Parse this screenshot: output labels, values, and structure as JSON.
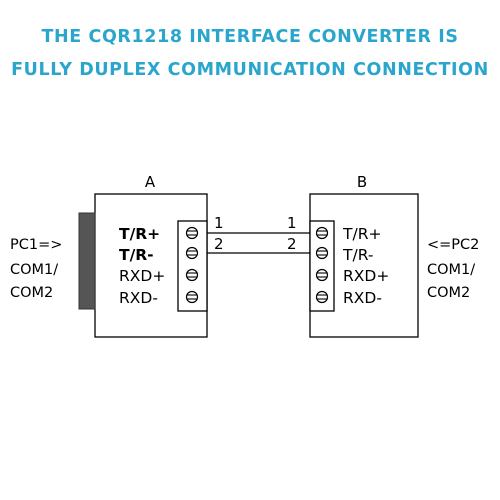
{
  "title": {
    "line1": "THE CQR1218 INTERFACE CONVERTER IS",
    "line2": "FULLY DUPLEX COMMUNICATION CONNECTION"
  },
  "diagram": {
    "device_a": {
      "label": "A",
      "pins": [
        "T/R+",
        "T/R-",
        "RXD+",
        "RXD-"
      ]
    },
    "device_b": {
      "label": "B",
      "pins": [
        "T/R+",
        "T/R-",
        "RXD+",
        "RXD-"
      ]
    },
    "wires": [
      {
        "from_label": "1",
        "to_label": "1"
      },
      {
        "from_label": "2",
        "to_label": "2"
      }
    ],
    "left_side": [
      "PC1=>",
      "COM1/",
      "COM2"
    ],
    "right_side": [
      "<=PC2",
      "COM1/",
      "COM2"
    ]
  },
  "colors": {
    "title": "#2aa5cc",
    "connector": "#555555",
    "line": "#000000"
  }
}
